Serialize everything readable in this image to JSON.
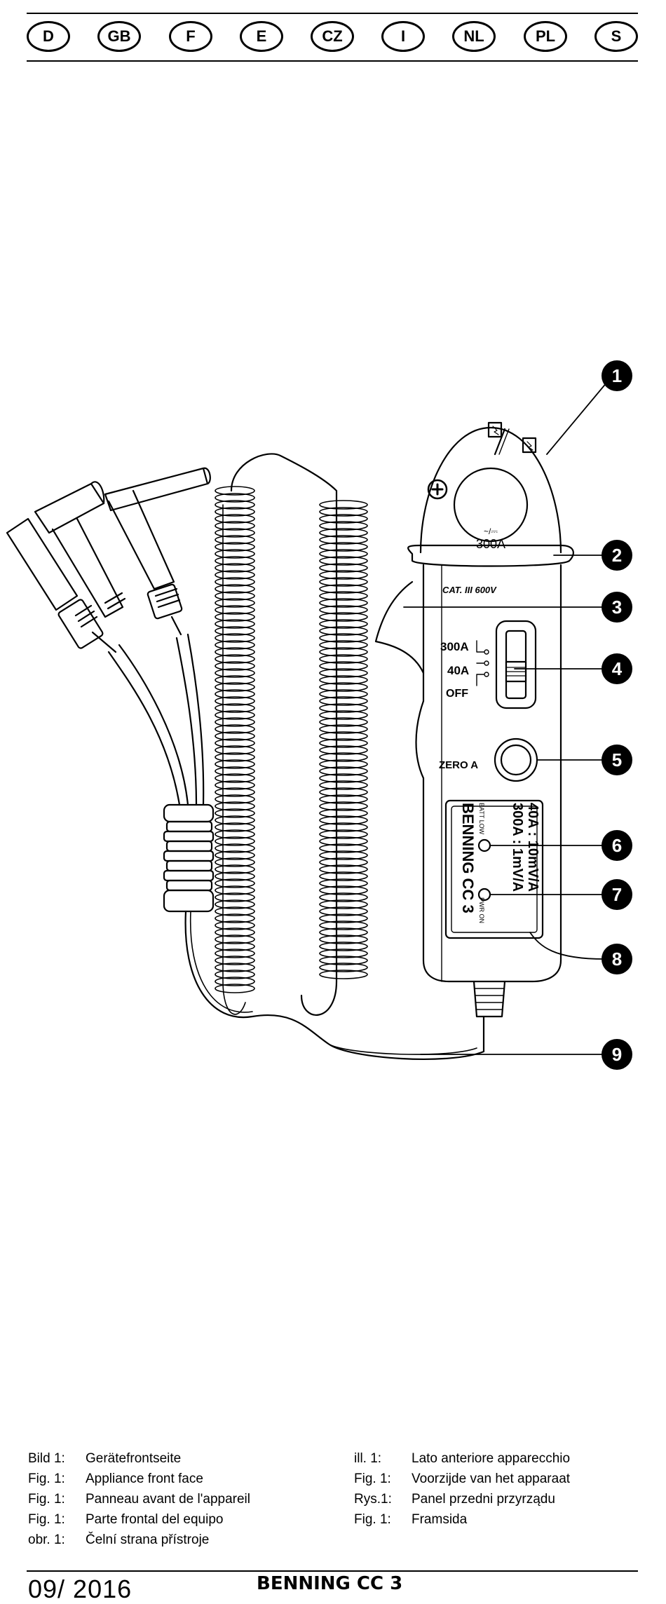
{
  "languages": [
    "D",
    "GB",
    "F",
    "E",
    "CZ",
    "I",
    "NL",
    "PL",
    "S"
  ],
  "device": {
    "label_range": "300A",
    "label_cat": "CAT. III 600V",
    "switch_300": "300A",
    "switch_40": "40A",
    "switch_off": "OFF",
    "zero_label": "ZERO A",
    "batt_low": "BATT LOW",
    "pwr_on": "PWR ON",
    "spec_line1": "40A : 10mV/A",
    "spec_line2": "300A :  1mV/A",
    "brand": "BENNING CC 3"
  },
  "callouts": [
    "1",
    "2",
    "3",
    "4",
    "5",
    "6",
    "7",
    "8",
    "9"
  ],
  "captions_left": [
    {
      "no": "Bild 1:",
      "text": "Gerätefrontseite"
    },
    {
      "no": "Fig. 1:",
      "text": "Appliance front face"
    },
    {
      "no": "Fig. 1:",
      "text": "Panneau avant de l'appareil"
    },
    {
      "no": "Fig. 1:",
      "text": "Parte frontal del equipo"
    },
    {
      "no": "obr. 1:",
      "text": "Čelní strana přístroje"
    }
  ],
  "captions_right": [
    {
      "no": "ill. 1:",
      "text": "Lato anteriore apparecchio"
    },
    {
      "no": "Fig. 1:",
      "text": "Voorzijde van het apparaat"
    },
    {
      "no": "Rys.1:",
      "text": "Panel przedni przyrządu"
    },
    {
      "no": "Fig. 1:",
      "text": "Framsida"
    }
  ],
  "footer": {
    "date": "09/ 2016",
    "brand": "BENNING CC 3"
  }
}
